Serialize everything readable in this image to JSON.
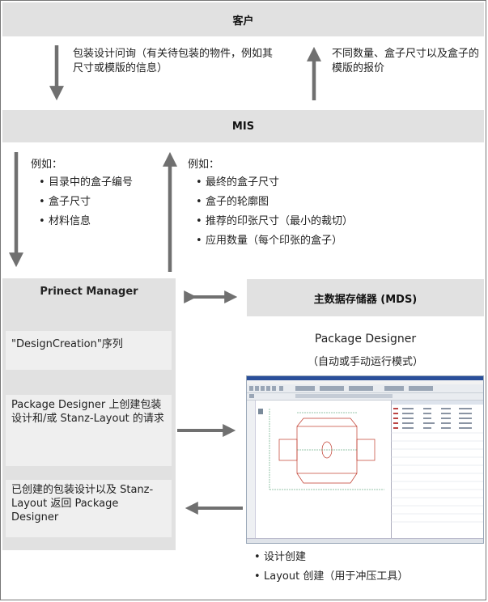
{
  "customer": "客户",
  "mis": "MIS",
  "customer_to_mis": "包装设计问询（有关待包装的物件，例如其尺寸或模版的信息）",
  "mis_to_customer": "不同数量、盒子尺寸以及盒子的模版的报价",
  "mis_to_prinect": {
    "heading": "例如：",
    "items": [
      "目录中的盒子编号",
      "盒子尺寸",
      "材料信息"
    ]
  },
  "prinect_to_mis": {
    "heading": "例如：",
    "items": [
      "最终的盒子尺寸",
      "盒子的轮廓图",
      "推荐的印张尺寸（最小的裁切）",
      "应用数量（每个印张的盒子）"
    ]
  },
  "prinect_manager": {
    "title": "Prinect Manager",
    "boxes": [
      "\"DesignCreation\"序列",
      "Package Designer 上创建包装设计和/或 Stanz-Layout 的请求",
      "已创建的包装设计以及 Stanz-Layout 返回 Package Designer"
    ]
  },
  "mds": "主数据存储器 (MDS)",
  "package_designer": {
    "title": "Package Designer",
    "subtitle": "（自动或手动运行模式）",
    "items": [
      "设计创建",
      "Layout 创建（用于冲压工具）"
    ]
  },
  "colors": {
    "band": "#e1e1e1",
    "box": "#efefef",
    "arrow": "#707070"
  }
}
